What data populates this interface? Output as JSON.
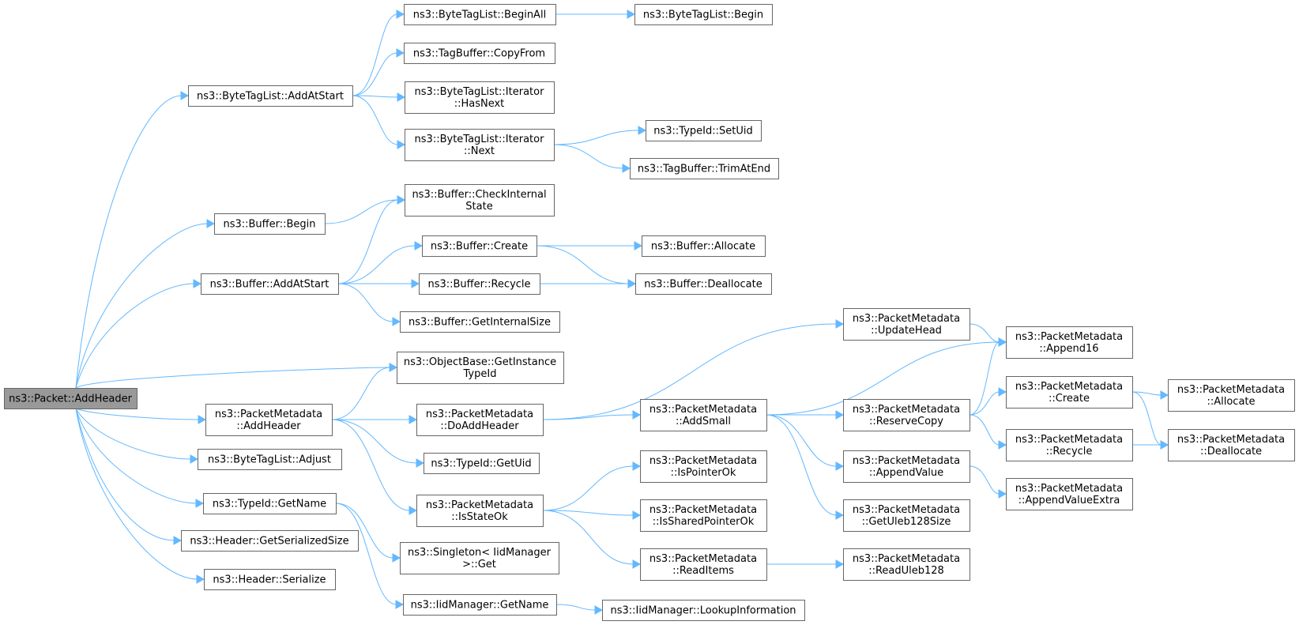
{
  "graph": {
    "type": "call-graph",
    "root": "addheader",
    "colors": {
      "edge": "#63b8ff",
      "node_border": "#666666",
      "root_fill": "#999999",
      "node_fill": "#ffffff"
    },
    "nodes": [
      {
        "id": "addheader",
        "lines": [
          "ns3::Packet::AddHeader"
        ]
      },
      {
        "id": "btl_addatstart",
        "lines": [
          "ns3::ByteTagList::AddAtStart"
        ]
      },
      {
        "id": "buf_begin",
        "lines": [
          "ns3::Buffer::Begin"
        ]
      },
      {
        "id": "buf_addatstart",
        "lines": [
          "ns3::Buffer::AddAtStart"
        ]
      },
      {
        "id": "ob_getinstancetypeid",
        "lines": [
          "ns3::ObjectBase::GetInstance",
          "TypeId"
        ]
      },
      {
        "id": "pm_addheader",
        "lines": [
          "ns3::PacketMetadata",
          "::AddHeader"
        ]
      },
      {
        "id": "btl_adjust",
        "lines": [
          "ns3::ByteTagList::Adjust"
        ]
      },
      {
        "id": "typeid_getname",
        "lines": [
          "ns3::TypeId::GetName"
        ]
      },
      {
        "id": "hdr_getserializedsize",
        "lines": [
          "ns3::Header::GetSerializedSize"
        ]
      },
      {
        "id": "hdr_serialize",
        "lines": [
          "ns3::Header::Serialize"
        ]
      },
      {
        "id": "btl_beginall",
        "lines": [
          "ns3::ByteTagList::BeginAll"
        ]
      },
      {
        "id": "tb_copyfrom",
        "lines": [
          "ns3::TagBuffer::CopyFrom"
        ]
      },
      {
        "id": "btl_it_hasnext",
        "lines": [
          "ns3::ByteTagList::Iterator",
          "::HasNext"
        ]
      },
      {
        "id": "btl_it_next",
        "lines": [
          "ns3::ByteTagList::Iterator",
          "::Next"
        ]
      },
      {
        "id": "buf_checkinternalstate",
        "lines": [
          "ns3::Buffer::CheckInternal",
          "State"
        ]
      },
      {
        "id": "buf_create",
        "lines": [
          "ns3::Buffer::Create"
        ]
      },
      {
        "id": "buf_recycle",
        "lines": [
          "ns3::Buffer::Recycle"
        ]
      },
      {
        "id": "buf_getinternalsize",
        "lines": [
          "ns3::Buffer::GetInternalSize"
        ]
      },
      {
        "id": "pm_doaddheader",
        "lines": [
          "ns3::PacketMetadata",
          "::DoAddHeader"
        ]
      },
      {
        "id": "typeid_getuid",
        "lines": [
          "ns3::TypeId::GetUid"
        ]
      },
      {
        "id": "pm_isstateok",
        "lines": [
          "ns3::PacketMetadata",
          "::IsStateOk"
        ]
      },
      {
        "id": "singleton_get",
        "lines": [
          "ns3::Singleton< IidManager",
          ">::Get"
        ]
      },
      {
        "id": "iid_getname",
        "lines": [
          "ns3::IidManager::GetName"
        ]
      },
      {
        "id": "btl_begin",
        "lines": [
          "ns3::ByteTagList::Begin"
        ]
      },
      {
        "id": "typeid_setuid",
        "lines": [
          "ns3::TypeId::SetUid"
        ]
      },
      {
        "id": "tb_trimatend",
        "lines": [
          "ns3::TagBuffer::TrimAtEnd"
        ]
      },
      {
        "id": "buf_allocate",
        "lines": [
          "ns3::Buffer::Allocate"
        ]
      },
      {
        "id": "buf_deallocate",
        "lines": [
          "ns3::Buffer::Deallocate"
        ]
      },
      {
        "id": "pm_updatehead",
        "lines": [
          "ns3::PacketMetadata",
          "::UpdateHead"
        ]
      },
      {
        "id": "pm_addsmall",
        "lines": [
          "ns3::PacketMetadata",
          "::AddSmall"
        ]
      },
      {
        "id": "pm_ispointerok",
        "lines": [
          "ns3::PacketMetadata",
          "::IsPointerOk"
        ]
      },
      {
        "id": "pm_issharedpointerok",
        "lines": [
          "ns3::PacketMetadata",
          "::IsSharedPointerOk"
        ]
      },
      {
        "id": "pm_readitems",
        "lines": [
          "ns3::PacketMetadata",
          "::ReadItems"
        ]
      },
      {
        "id": "iid_lookupinformation",
        "lines": [
          "ns3::IidManager::LookupInformation"
        ]
      },
      {
        "id": "pm_reservecopy",
        "lines": [
          "ns3::PacketMetadata",
          "::ReserveCopy"
        ]
      },
      {
        "id": "pm_appendvalue",
        "lines": [
          "ns3::PacketMetadata",
          "::AppendValue"
        ]
      },
      {
        "id": "pm_getuleb128size",
        "lines": [
          "ns3::PacketMetadata",
          "::GetUleb128Size"
        ]
      },
      {
        "id": "pm_readuleb128",
        "lines": [
          "ns3::PacketMetadata",
          "::ReadUleb128"
        ]
      },
      {
        "id": "pm_append16",
        "lines": [
          "ns3::PacketMetadata",
          "::Append16"
        ]
      },
      {
        "id": "pm_create",
        "lines": [
          "ns3::PacketMetadata",
          "::Create"
        ]
      },
      {
        "id": "pm_recycle",
        "lines": [
          "ns3::PacketMetadata",
          "::Recycle"
        ]
      },
      {
        "id": "pm_appendvalueextra",
        "lines": [
          "ns3::PacketMetadata",
          "::AppendValueExtra"
        ]
      },
      {
        "id": "pm_allocate",
        "lines": [
          "ns3::PacketMetadata",
          "::Allocate"
        ]
      },
      {
        "id": "pm_deallocate",
        "lines": [
          "ns3::PacketMetadata",
          "::Deallocate"
        ]
      }
    ],
    "edges": [
      [
        "addheader",
        "btl_addatstart"
      ],
      [
        "addheader",
        "buf_begin"
      ],
      [
        "addheader",
        "buf_addatstart"
      ],
      [
        "addheader",
        "ob_getinstancetypeid"
      ],
      [
        "addheader",
        "pm_addheader"
      ],
      [
        "addheader",
        "btl_adjust"
      ],
      [
        "addheader",
        "typeid_getname"
      ],
      [
        "addheader",
        "hdr_getserializedsize"
      ],
      [
        "addheader",
        "hdr_serialize"
      ],
      [
        "btl_addatstart",
        "btl_beginall"
      ],
      [
        "btl_addatstart",
        "tb_copyfrom"
      ],
      [
        "btl_addatstart",
        "btl_it_hasnext"
      ],
      [
        "btl_addatstart",
        "btl_it_next"
      ],
      [
        "buf_begin",
        "buf_checkinternalstate"
      ],
      [
        "buf_addatstart",
        "buf_checkinternalstate"
      ],
      [
        "buf_addatstart",
        "buf_create"
      ],
      [
        "buf_addatstart",
        "buf_recycle"
      ],
      [
        "buf_addatstart",
        "buf_getinternalsize"
      ],
      [
        "pm_addheader",
        "ob_getinstancetypeid"
      ],
      [
        "pm_addheader",
        "pm_doaddheader"
      ],
      [
        "pm_addheader",
        "typeid_getuid"
      ],
      [
        "pm_addheader",
        "pm_isstateok"
      ],
      [
        "typeid_getname",
        "singleton_get"
      ],
      [
        "typeid_getname",
        "iid_getname"
      ],
      [
        "btl_beginall",
        "btl_begin"
      ],
      [
        "btl_it_next",
        "typeid_setuid"
      ],
      [
        "btl_it_next",
        "tb_trimatend"
      ],
      [
        "buf_create",
        "buf_allocate"
      ],
      [
        "buf_create",
        "buf_deallocate"
      ],
      [
        "buf_recycle",
        "buf_deallocate"
      ],
      [
        "pm_doaddheader",
        "pm_updatehead"
      ],
      [
        "pm_doaddheader",
        "pm_addsmall"
      ],
      [
        "pm_isstateok",
        "pm_ispointerok"
      ],
      [
        "pm_isstateok",
        "pm_issharedpointerok"
      ],
      [
        "pm_isstateok",
        "pm_readitems"
      ],
      [
        "iid_getname",
        "iid_lookupinformation"
      ],
      [
        "pm_updatehead",
        "pm_append16"
      ],
      [
        "pm_addsmall",
        "pm_append16"
      ],
      [
        "pm_addsmall",
        "pm_reservecopy"
      ],
      [
        "pm_addsmall",
        "pm_appendvalue"
      ],
      [
        "pm_addsmall",
        "pm_getuleb128size"
      ],
      [
        "pm_readitems",
        "pm_readuleb128"
      ],
      [
        "pm_reservecopy",
        "pm_append16"
      ],
      [
        "pm_reservecopy",
        "pm_create"
      ],
      [
        "pm_reservecopy",
        "pm_recycle"
      ],
      [
        "pm_appendvalue",
        "pm_appendvalueextra"
      ],
      [
        "pm_create",
        "pm_allocate"
      ],
      [
        "pm_create",
        "pm_deallocate"
      ],
      [
        "pm_recycle",
        "pm_deallocate"
      ]
    ]
  }
}
